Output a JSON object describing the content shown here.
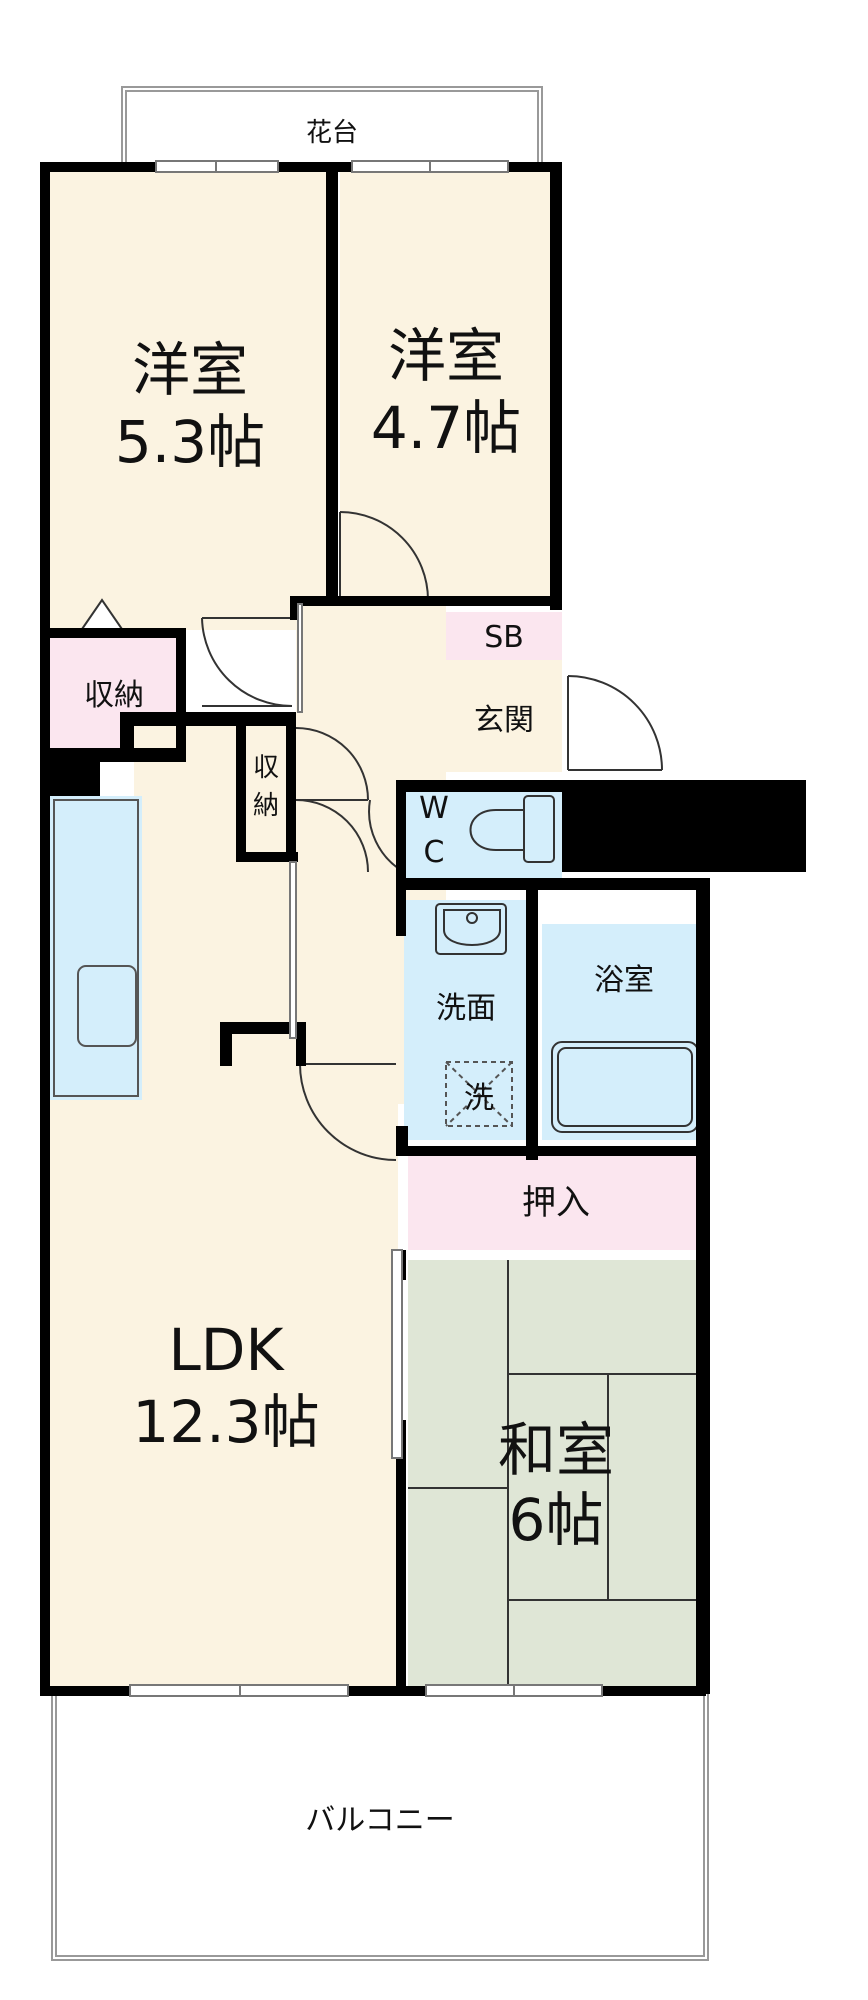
{
  "colors": {
    "wood_floor": "#fbf3e1",
    "wet_area": "#d4eefb",
    "storage": "#fbe6ef",
    "tatami": "#dfe6d6",
    "wall": "#000000",
    "outline": "#999999"
  },
  "labels": {
    "flower_box": "花台",
    "room1_name": "洋室",
    "room1_size": "5.3帖",
    "room2_name": "洋室",
    "room2_size": "4.7帖",
    "storage1": "収納",
    "storage2_top": "収",
    "storage2_bottom": "納",
    "shoe_box": "SB",
    "entrance": "玄関",
    "wc_w": "W",
    "wc_c": "C",
    "washroom": "洗面",
    "washer": "洗",
    "bathroom": "浴室",
    "closet": "押入",
    "ldk_name": "LDK",
    "ldk_size": "12.3帖",
    "washitsu_name": "和室",
    "washitsu_size": "6帖",
    "balcony": "バルコニー"
  }
}
